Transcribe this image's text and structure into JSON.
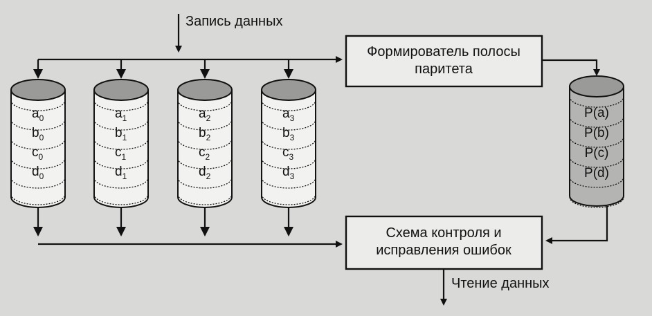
{
  "labels": {
    "write": "Запись данных",
    "read": "Чтение данных",
    "parity_box": [
      "Формирователь полосы",
      "паритета"
    ],
    "ecc_box": [
      "Схема контроля и",
      "исправления ошибок"
    ]
  },
  "disks": [
    {
      "blocks": [
        {
          "b": "a",
          "s": "0"
        },
        {
          "b": "b",
          "s": "0"
        },
        {
          "b": "c",
          "s": "0"
        },
        {
          "b": "d",
          "s": "0"
        }
      ]
    },
    {
      "blocks": [
        {
          "b": "a",
          "s": "1"
        },
        {
          "b": "b",
          "s": "1"
        },
        {
          "b": "c",
          "s": "1"
        },
        {
          "b": "d",
          "s": "1"
        }
      ]
    },
    {
      "blocks": [
        {
          "b": "a",
          "s": "2"
        },
        {
          "b": "b",
          "s": "2"
        },
        {
          "b": "c",
          "s": "2"
        },
        {
          "b": "d",
          "s": "2"
        }
      ]
    },
    {
      "blocks": [
        {
          "b": "a",
          "s": "3"
        },
        {
          "b": "b",
          "s": "3"
        },
        {
          "b": "c",
          "s": "3"
        },
        {
          "b": "d",
          "s": "3"
        }
      ]
    }
  ],
  "parity_disk": {
    "blocks": [
      "P(a)",
      "P(b)",
      "P(c)",
      "P(d)"
    ]
  },
  "colors": {
    "disk_top": "#9a9a98",
    "disk_body": "#f2f2f0",
    "parity_body": "#b4b4b2",
    "line": "#111111"
  }
}
